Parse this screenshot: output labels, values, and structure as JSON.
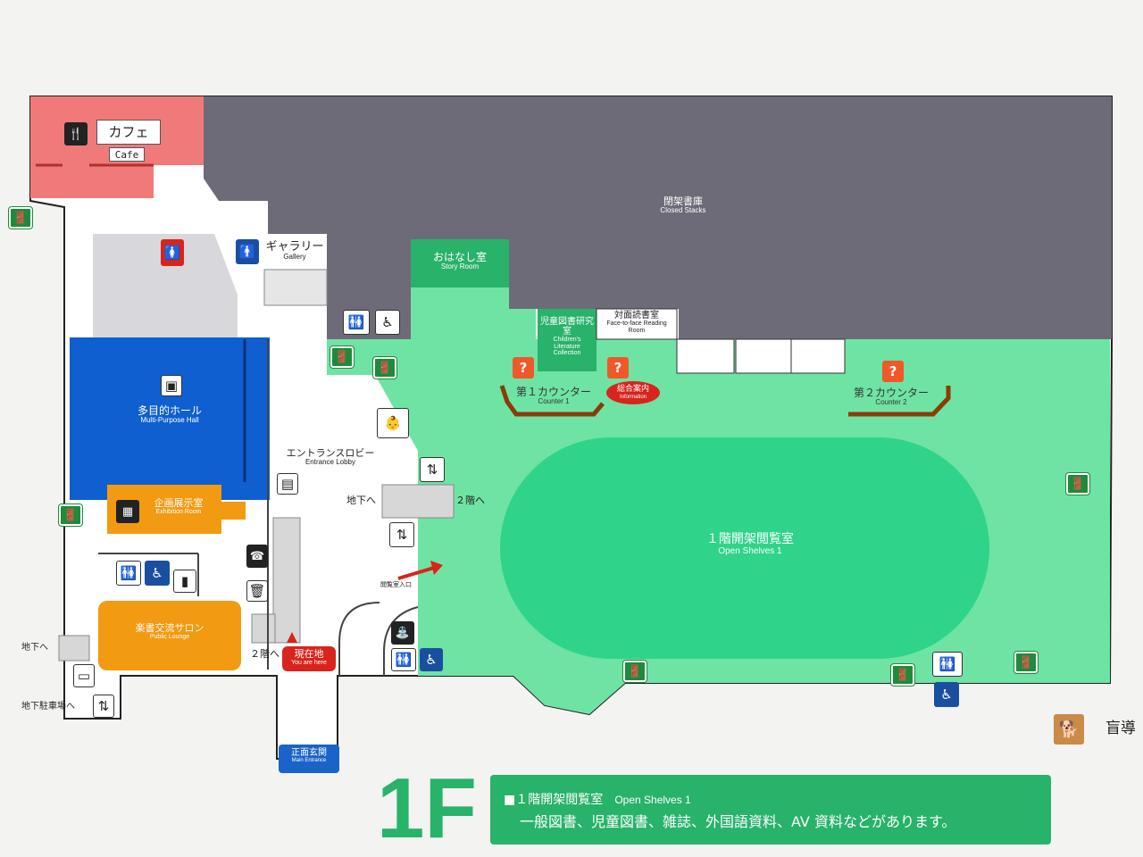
{
  "map": {
    "rooms": {
      "cafe": {
        "ja": "カフェ",
        "en": "Cafe"
      },
      "closed_stacks": {
        "ja": "閉架書庫",
        "en": "Closed Stacks"
      },
      "gallery": {
        "ja": "ギャラリー",
        "en": "Gallery"
      },
      "story_room": {
        "ja": "おはなし室",
        "en": "Story Room"
      },
      "children_lit": {
        "ja": "児童図書研究室",
        "en": "Children's Literature Collection"
      },
      "face_reading": {
        "ja": "対面読書室",
        "en": "Face-to-face Reading Room"
      },
      "counter1": {
        "ja": "第１カウンター",
        "en": "Counter 1"
      },
      "information": {
        "ja": "総合案内",
        "en": "Information"
      },
      "counter2": {
        "ja": "第２カウンター",
        "en": "Counter 2"
      },
      "multi_hall": {
        "ja": "多目的ホール",
        "en": "Multi-Purpose Hall"
      },
      "lobby": {
        "ja": "エントランスロビー",
        "en": "Entrance Lobby"
      },
      "exhibition": {
        "ja": "企画展示室",
        "en": "Exhibition Room"
      },
      "open_shelves": {
        "ja": "１階開架閲覧室",
        "en": "Open Shelves 1"
      },
      "lounge": {
        "ja": "楽書交流サロン",
        "en": "Public Lounge"
      },
      "main_entrance": {
        "ja": "正面玄関",
        "en": "Main Entrance"
      }
    },
    "labels": {
      "to_basement": "地下へ",
      "to_2f": "２階へ",
      "reading_entrance": "閲覧室入口",
      "you_are_here": {
        "ja": "現在地",
        "en": "You are here"
      },
      "basement_parking": "地下駐車場へ",
      "guide_dog": "盲導",
      "floor": "1F"
    },
    "legend": {
      "title": "■１階開架閲覧室",
      "title_en": "Open Shelves 1",
      "description": "一般図書、児童図書、雑誌、外国語資料、AV 資料などがあります。"
    },
    "colors": {
      "green": "#6fe3a3",
      "green_dark": "#28b26a",
      "grey": "#6e6b78",
      "cafe": "#f07a7a",
      "hall": "#0f5fd0",
      "orange": "#f29a12"
    },
    "icons": [
      "restaurant-icon",
      "exit-icon",
      "restroom-male-icon",
      "restroom-female-icon",
      "wheelchair-icon",
      "elevator-icon",
      "stairs-icon",
      "phone-icon",
      "trash-icon",
      "question-icon",
      "nursing-icon",
      "guide-dog-icon"
    ]
  }
}
